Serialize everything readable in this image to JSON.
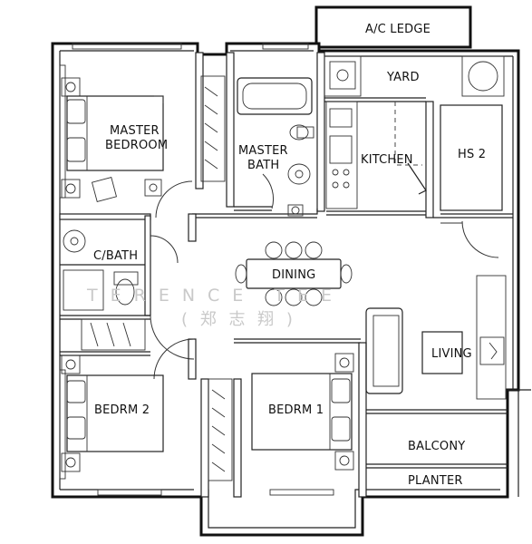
{
  "rooms": {
    "ac_ledge": "A/C LEDGE",
    "yard": "YARD",
    "master_bedroom_1": "MASTER",
    "master_bedroom_2": "BEDROOM",
    "master_bath_1": "MASTER",
    "master_bath_2": "BATH",
    "kitchen": "KITCHEN",
    "hs2": "HS 2",
    "c_bath": "C/BATH",
    "dining": "DINING",
    "living": "LIVING",
    "bedrm2": "BEDRM 2",
    "bedrm1": "BEDRM 1",
    "balcony": "BALCONY",
    "planter": "PLANTER"
  },
  "watermark": {
    "latin": "TERENCE TEE",
    "chinese": "( 郑 志 翔 )"
  }
}
